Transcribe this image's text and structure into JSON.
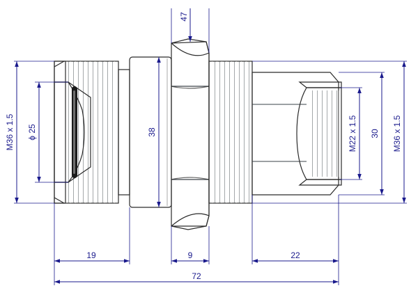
{
  "drawing": {
    "dimensions": {
      "left_thread": "M36 x 1.5",
      "bore": "ϕ 25",
      "collar_diameter": "38",
      "hex_width": "47",
      "right_inner_thread": "M22 x 1.5",
      "right_bore": "30",
      "right_outer_thread": "M36 x 1.5",
      "left_length": "19",
      "hex_thickness": "9",
      "right_length": "22",
      "overall_length": "72"
    },
    "colors": {
      "dimension": "#1a1a8c",
      "steel_light": "#e4e9ee",
      "steel_mid": "#9aa3ab",
      "steel_dark": "#4a5158"
    }
  }
}
